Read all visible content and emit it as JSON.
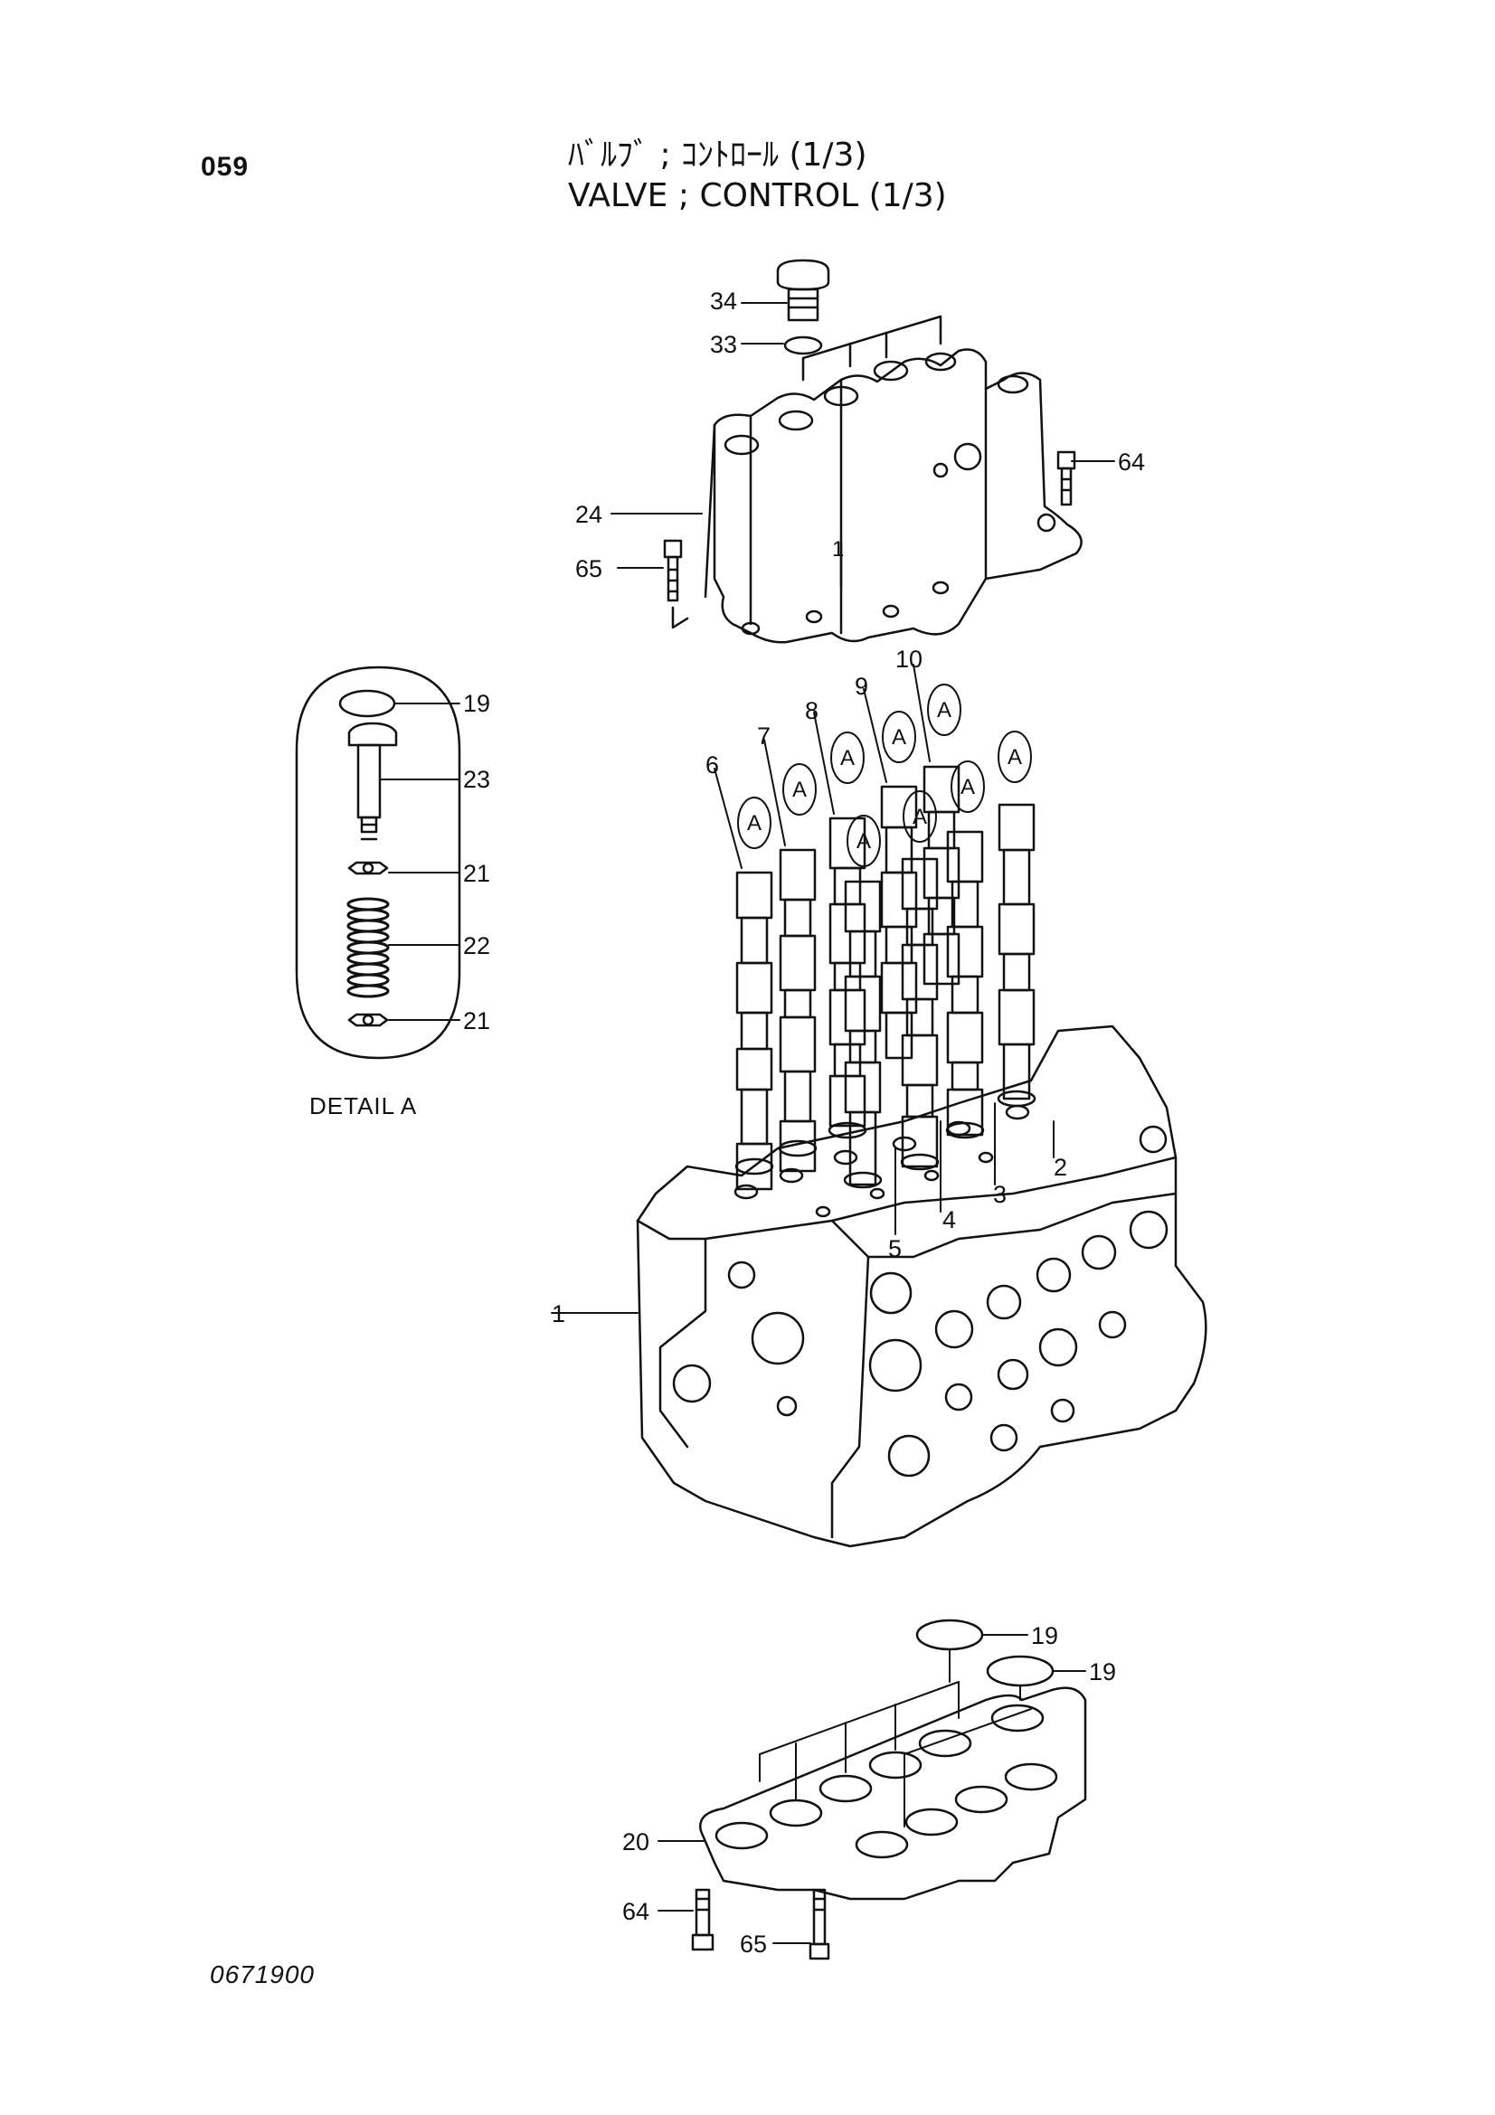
{
  "page_number": "059",
  "title_jp": "ﾊﾞﾙﾌﾞ ; ｺﾝﾄﾛｰﾙ (1/3)",
  "title_en": "VALVE ; CONTROL (1/3)",
  "detail_label": "DETAIL A",
  "doc_code": "0671900",
  "callout_letter": "A",
  "part_labels": [
    "34",
    "33",
    "64",
    "24",
    "65",
    "1",
    "19",
    "23",
    "21",
    "22",
    "21",
    "6",
    "7",
    "8",
    "9",
    "10",
    "2",
    "3",
    "4",
    "5",
    "1",
    "19",
    "19",
    "20",
    "64",
    "65"
  ],
  "line_color": "#111111"
}
